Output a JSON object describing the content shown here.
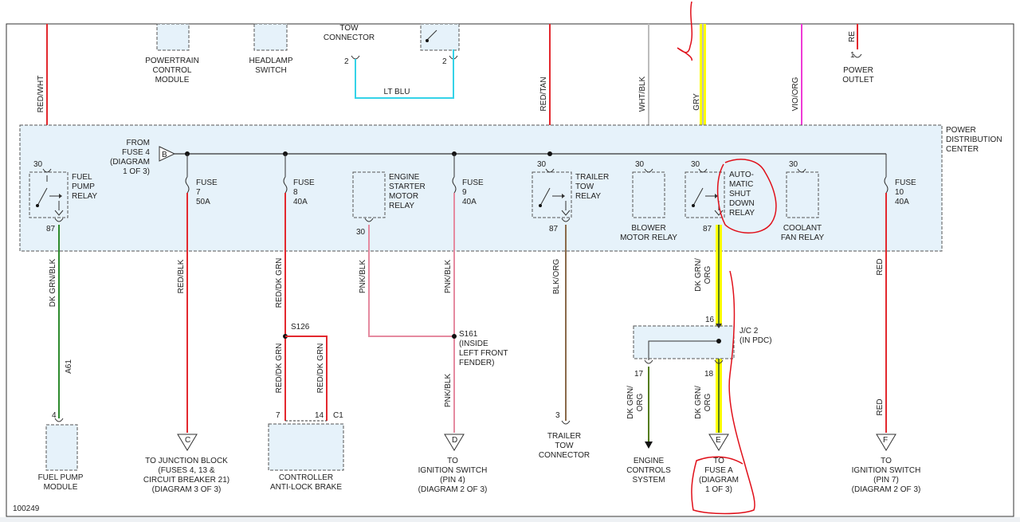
{
  "diagram_id": "100249",
  "top_components": {
    "pcm": "POWERTRAIN\nCONTROL\nMODULE",
    "headlamp": "HEADLAMP\nSWITCH",
    "tow_connector": "TOW\nCONNECTOR",
    "power_outlet": "POWER\nOUTLET",
    "tow_pin_left": "2",
    "tow_pin_right": "2",
    "outlet_pin": "1",
    "lt_blu": "LT BLU"
  },
  "pdc": {
    "title": "POWER\nDISTRIBUTION\nCENTER",
    "from_fuse": "FROM\nFUSE 4\n(DIAGRAM\n1 OF 3)",
    "connector_b": "B"
  },
  "wire_labels": {
    "red_wht": "RED/WHT",
    "red_tan": "RED/TAN",
    "wht_blk": "WHT/BLK",
    "gry": "GRY",
    "vio_org": "VIO/ORG",
    "re": "RE",
    "dk_grn_blk": "DK GRN/BLK",
    "a61": "A61",
    "red_blk": "RED/BLK",
    "red_dk_grn": "RED/DK GRN",
    "red_dk_grn_2": "RED/DK GRN",
    "red_dk_grn_3": "RED/DK GRN",
    "pnk_blk_1": "PNK/BLK",
    "pnk_blk_2": "PNK/BLK",
    "pnk_blk_3": "PNK/BLK",
    "blk_org": "BLK/ORG",
    "dk_grn_org_1": "DK GRN/\nORG",
    "dk_grn_org_2": "DK GRN/\nORG",
    "dk_grn_org_3": "DK GRN/\nORG",
    "red_1": "RED",
    "red_2": "RED"
  },
  "relays": {
    "fuel_pump": "FUEL\nPUMP\nRELAY",
    "engine_starter": "ENGINE\nSTARTER\nMOTOR\nRELAY",
    "trailer_tow": "TRAILER\nTOW\nRELAY",
    "blower_motor": "BLOWER\nMOTOR RELAY",
    "asd": "AUTO-\nMATIC\nSHUT\nDOWN\nRELAY",
    "coolant_fan": "COOLANT\nFAN RELAY"
  },
  "fuses": {
    "f7": "FUSE\n7\n50A",
    "f8": "FUSE\n8\n40A",
    "f9": "FUSE\n9\n40A",
    "f10": "FUSE\n10\n40A"
  },
  "pins": {
    "fp30": "30",
    "fp87": "87",
    "es30": "30",
    "tt30": "30",
    "tt87": "87",
    "bm30": "30",
    "asd30": "30",
    "asd87": "87",
    "cf30": "30",
    "p4": "4",
    "p7": "7",
    "p14": "14",
    "c1": "C1",
    "p3": "3",
    "p16": "16",
    "p17": "17",
    "p18": "18"
  },
  "splices": {
    "s126": "S126",
    "s161": "S161\n(INSIDE\nLEFT FRONT\nFENDER)",
    "jc2": "J/C 2\n(IN PDC)"
  },
  "bottom": {
    "fuel_pump_module": "FUEL PUMP\nMODULE",
    "junction_block": "TO JUNCTION BLOCK\n(FUSES 4, 13 &\nCIRCUIT BREAKER 21)\n(DIAGRAM 3 OF 3)",
    "abs": "CONTROLLER\nANTI-LOCK BRAKE",
    "ign_pin4": "TO\nIGNITION SWITCH\n(PIN 4)\n(DIAGRAM 2 OF 3)",
    "trailer_connector": "TRAILER\nTOW\nCONNECTOR",
    "engine_controls": "ENGINE\nCONTROLS\nSYSTEM",
    "fuse_a": "TO\nFUSE A\n(DIAGRAM\n1 OF 3)",
    "ign_pin7": "TO\nIGNITION SWITCH\n(PIN 7)\n(DIAGRAM 2 OF 3)",
    "conn_c": "C",
    "conn_d": "D",
    "conn_e": "E",
    "conn_f": "F"
  },
  "colors": {
    "red": "#e3282e",
    "lt_blu": "#35d3e8",
    "gray": "#bdbdbd",
    "yellow": "#ffff00",
    "green": "#2e8b2e",
    "violet": "#ee3ad6",
    "pink": "#e58aa0",
    "brown": "#8a6a4a",
    "olive": "#557d1c",
    "pdc_fill": "#e6f2fa",
    "annotation": "#e0101a"
  }
}
